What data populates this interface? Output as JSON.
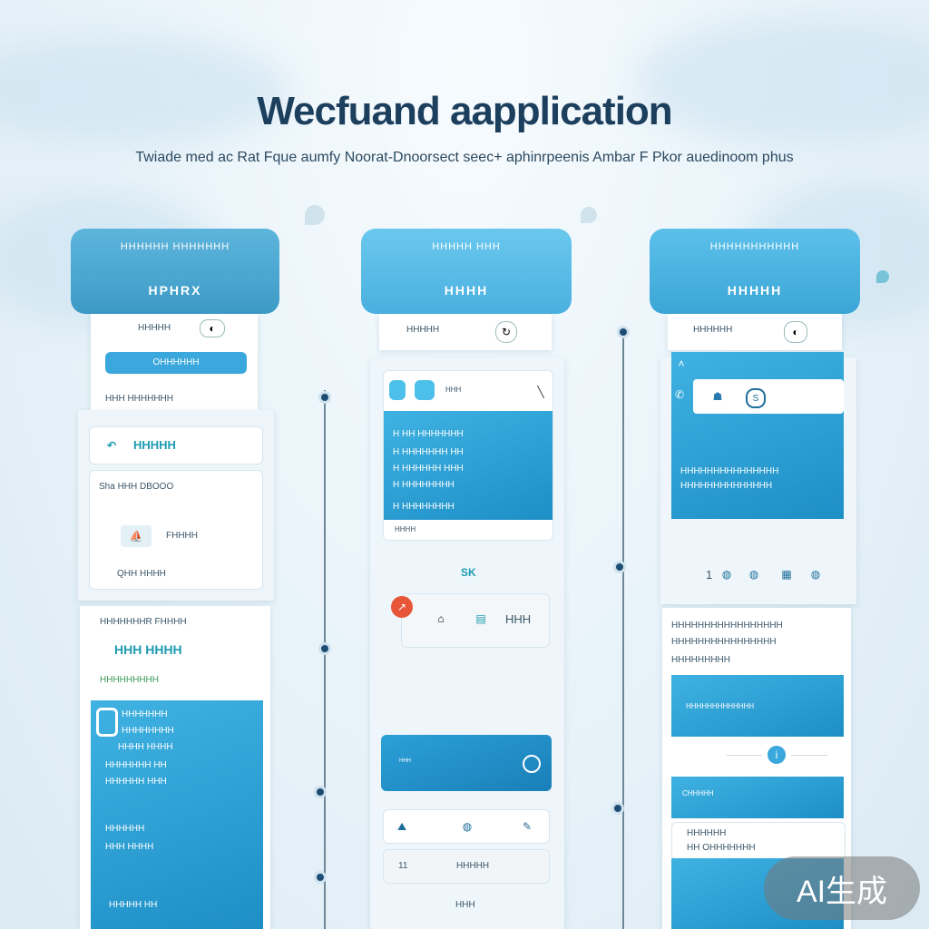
{
  "header": {
    "title": "Wecfuand aapplication",
    "subtitle": "Twiade med ac Rat Fque aumfy Noorat-Dnoorsect seec+ aphinrpeenis Ambar F Pkor auedinoom phus"
  },
  "columns": [
    {
      "tab_top": "HHHHHH HHHHHHH",
      "tab_title": "HPHRX",
      "toolbar_label": "HHHHH",
      "button_label": "OHHHHHH",
      "info_line": "HHH HHHHHHH",
      "card1_label": "HHHHH",
      "card2_line1": "Sha  HHH DBOOO",
      "card2_line2": "FHHHH",
      "card2_line3": "QHH HHHH",
      "card3_line1": "HHHHHHHR FHHHH",
      "card3_line2": "HHH HHHH",
      "card3_line3": "HHHHHHHHH",
      "blue_lines": [
        "HHHHHHH",
        "HHHHHHHH",
        "HHHH HHHH",
        "HHHHHHH HH",
        "HHHHHH HHH",
        "HHHHHH",
        "HHH HHHH"
      ],
      "footer": "HHHHH HH"
    },
    {
      "tab_top": "HHHHH    HHH",
      "tab_title": "HHHH",
      "toolbar_label": "HHHHH",
      "chat_label": "HHH",
      "chat_lines": [
        "H HH HHHHHHH",
        "H HHHHHHH HH",
        "H HHHHHH HHH",
        "H HHHHHHHH"
      ],
      "chat_footer": "HHHH",
      "sk_label": "SK",
      "row_label": "HHH",
      "action_bar_label": "HHH",
      "nav_left": "11",
      "nav_right": "HHHHH",
      "footer": "HHH"
    },
    {
      "tab_top": "HHHHHHHHHHH",
      "tab_title": "HHHHH",
      "toolbar_label": "HHHHHH",
      "blue_lines": [
        "HHHHHHHHHHHHHHH",
        "HHHHHHHHHHHHHH"
      ],
      "page_num": "1",
      "list_lines": [
        "HHHHHHHHHHHHHHHHH",
        "HHHHHHHHHHHHHHHH",
        "HHHHHHHHH"
      ],
      "blue2_line": "HHHHHHHHHHHHH",
      "info_badge": "i",
      "blue3_line": "CHHHHH",
      "card_lines": [
        "HHHHHH",
        "HH OHHHHHHH"
      ]
    }
  ],
  "watermark": "AI生成",
  "colors": {
    "primary": "#3aa8dd",
    "dark_text": "#1c3f5e",
    "accent_orange": "#e8563a",
    "accent_teal": "#1c9bb0"
  }
}
